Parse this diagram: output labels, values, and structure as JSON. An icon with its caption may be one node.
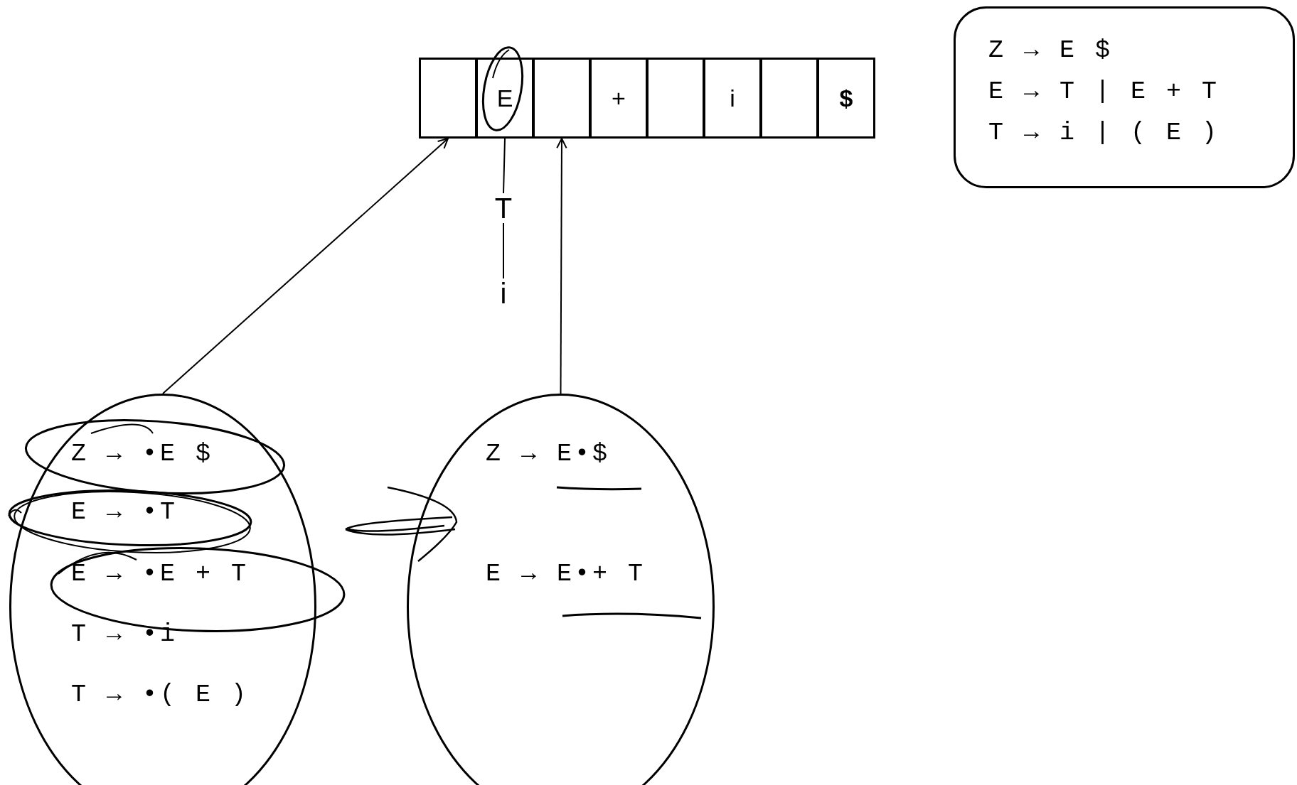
{
  "diagram": {
    "nodes": [
      {
        "text": [],
        "shape": "box"
      },
      {
        "text": [
          "E"
        ]
      },
      {
        "text": [],
        "shape": "box"
      },
      {
        "text": [
          "+"
        ]
      },
      {
        "text": [],
        "shape": "box"
      },
      {
        "text": [
          "i"
        ]
      },
      {
        "text": [],
        "shape": "box"
      },
      {
        "text": [
          "$"
        ]
      },
      {
        "text": [
          "T"
        ]
      },
      {
        "text": [
          "i"
        ]
      },
      {
        "text": [
          "Z → E $",
          "E → T | E + T",
          "T → i | ( E )"
        ]
      },
      {
        "text": [
          "Z → •E $",
          "E → •T",
          "E → •E + T",
          "T → •i",
          "T → •( E )"
        ]
      },
      {
        "text": [
          "Z → E•$",
          "E → E•+ T"
        ]
      }
    ],
    "edges": [
      {
        "from": 11,
        "to": 0,
        "arrow": "to"
      },
      {
        "from": 12,
        "to": 2,
        "arrow": "to"
      },
      {
        "from": 1,
        "to": 8,
        "arrow": "none"
      },
      {
        "from": 8,
        "to": 9,
        "arrow": "none"
      }
    ]
  }
}
